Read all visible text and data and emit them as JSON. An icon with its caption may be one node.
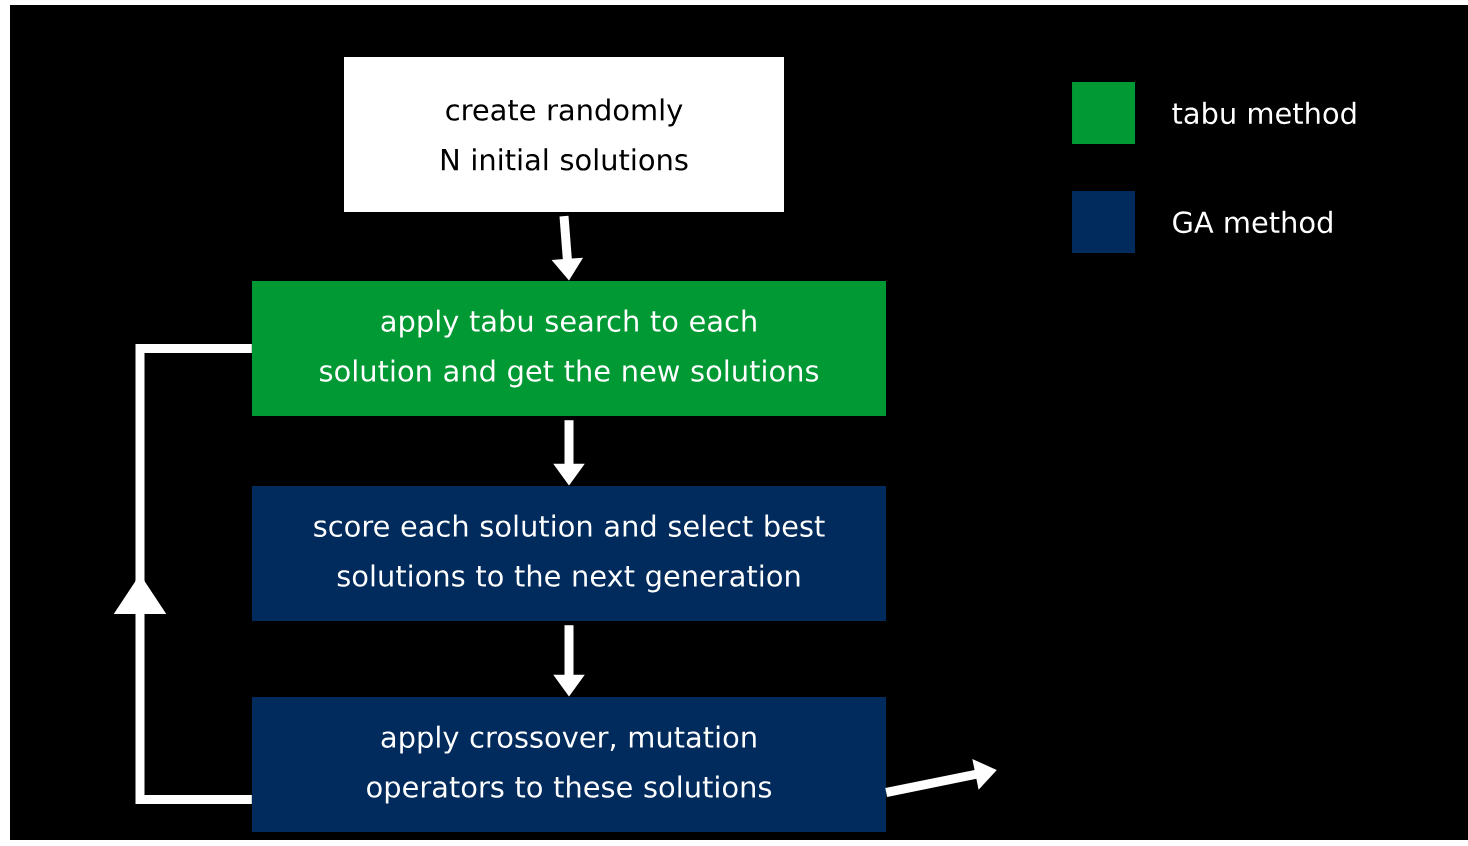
{
  "diagram": {
    "nodes": [
      {
        "text": [
          "create randomly N initial solutions"
        ]
      },
      {
        "text": [
          "apply tabu search to each solution and get the new solutions"
        ]
      },
      {
        "text": [
          "score each solution and select best solutions to the next generation"
        ]
      },
      {
        "text": [
          "apply crossover, mutation operators to these solutions"
        ]
      }
    ],
    "edges": [
      {
        "from": 0,
        "to": 1,
        "arrow": "to"
      },
      {
        "from": 1,
        "to": 2,
        "arrow": "to"
      },
      {
        "from": 2,
        "to": 3,
        "arrow": "to"
      },
      {
        "from": 3,
        "to": 1,
        "arrow": "to"
      },
      {
        "from": 3,
        "to": null,
        "arrow": "to"
      }
    ],
    "legend": [
      {
        "text": "tabu method",
        "color": "#009933"
      },
      {
        "text": "GA method",
        "color": "#002b5c"
      }
    ]
  }
}
